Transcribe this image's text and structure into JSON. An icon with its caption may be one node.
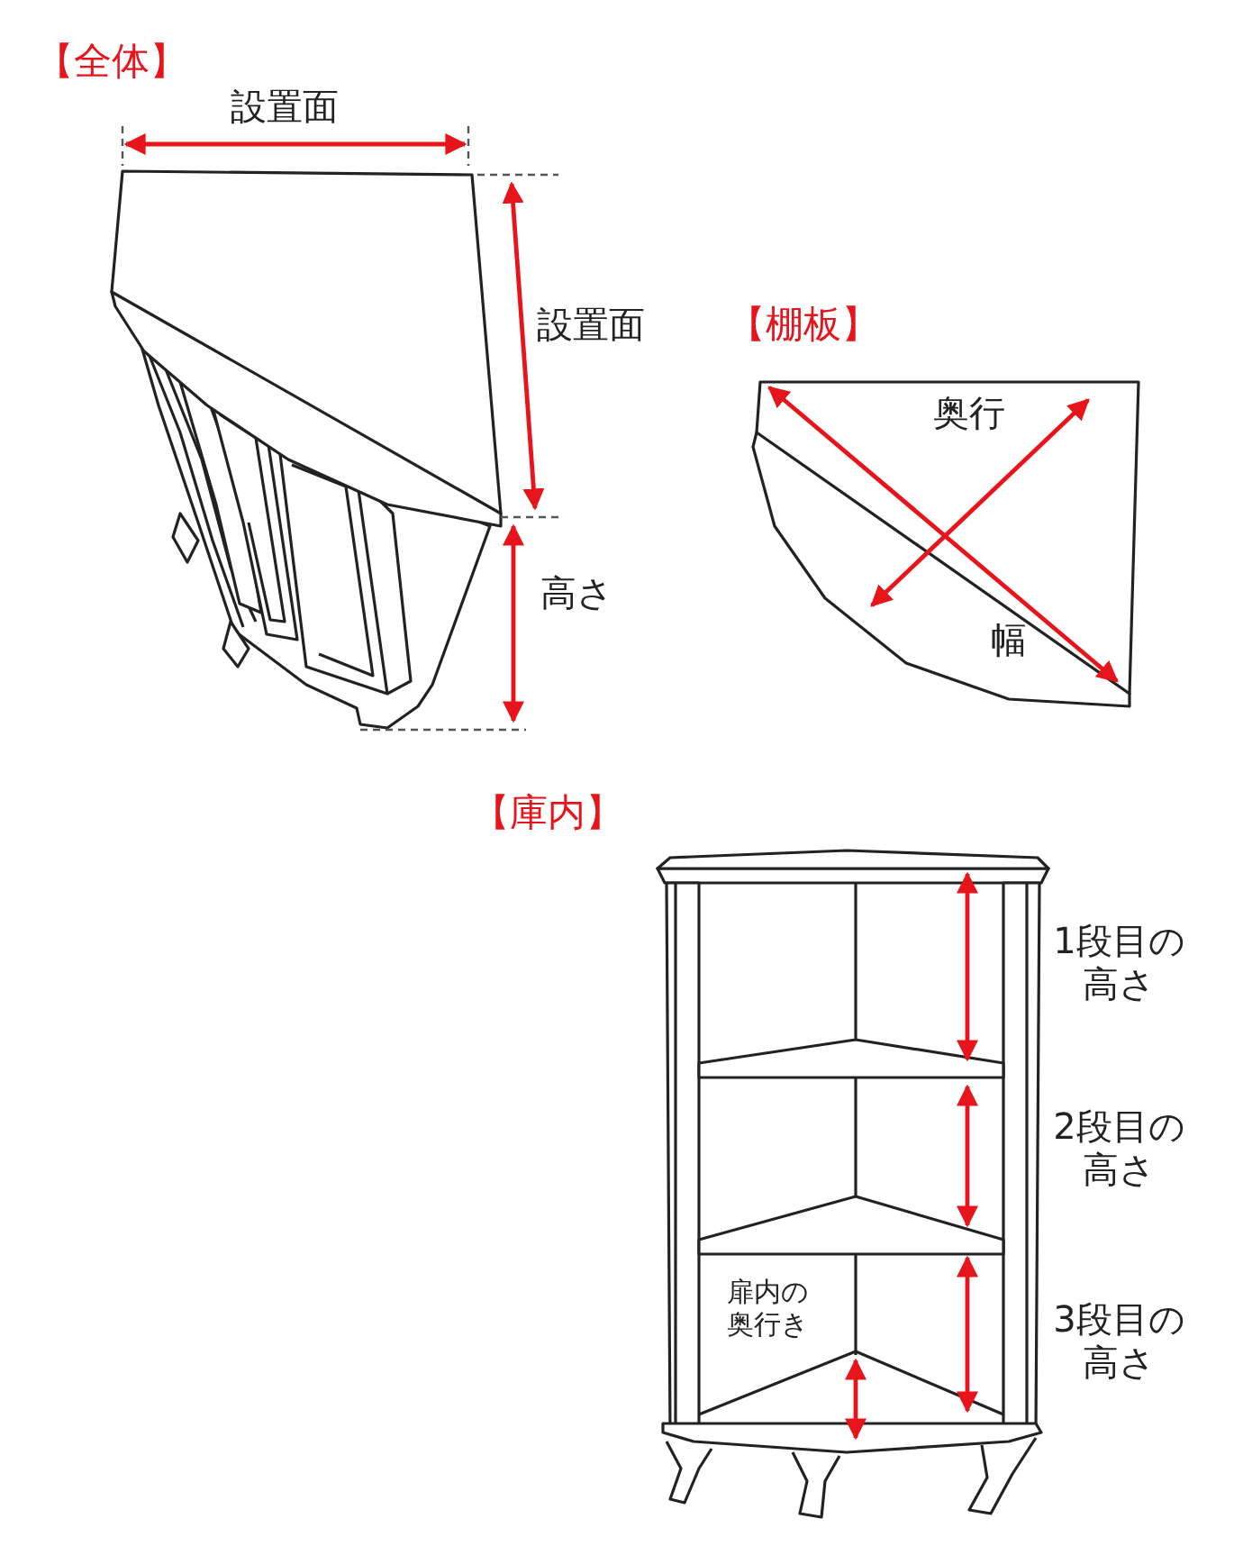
{
  "diagram": {
    "labels": [
      "【全体】",
      "設置面",
      "設置面",
      "高さ",
      "【棚板】",
      "奥行",
      "幅",
      "【庫内】",
      "1段目の高さ",
      "2段目の高さ",
      "扉内の奥行き",
      "3段目の高さ"
    ]
  }
}
